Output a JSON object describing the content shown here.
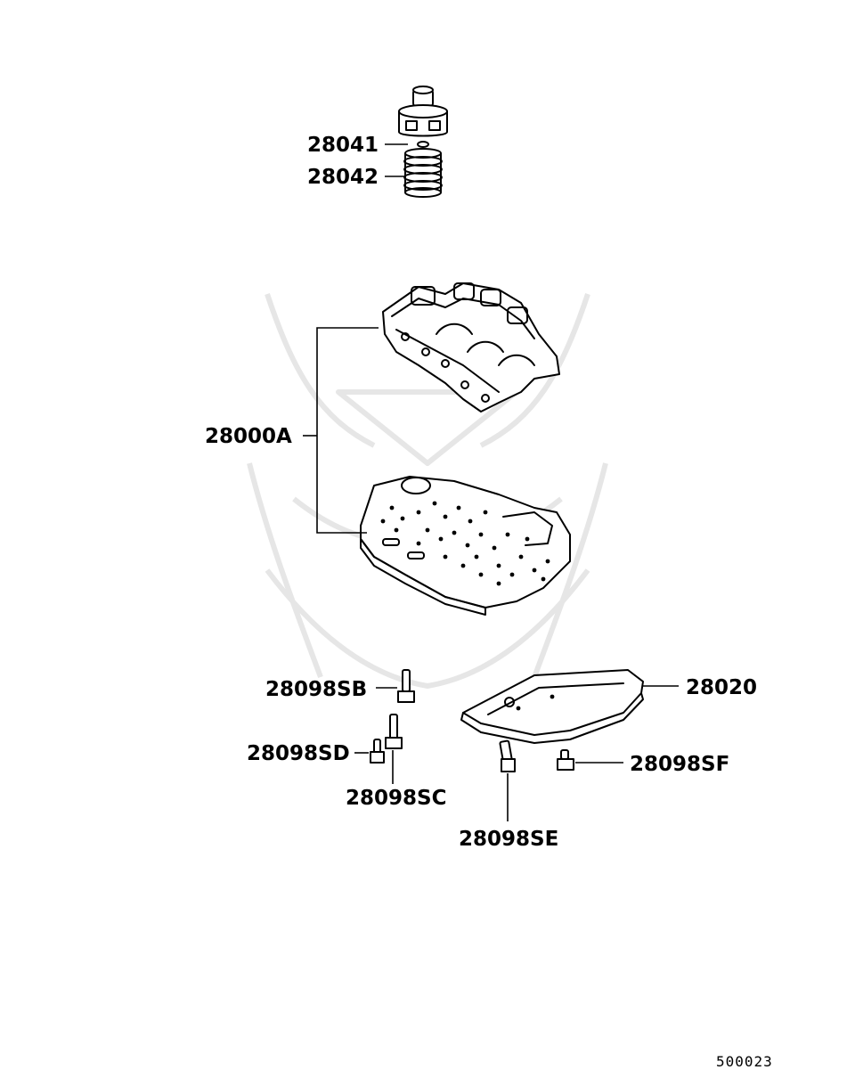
{
  "parts": {
    "p28041": "28041",
    "p28042": "28042",
    "p28000A": "28000A",
    "p28020": "28020",
    "p28098SB": "28098SB",
    "p28098SD": "28098SD",
    "p28098SC": "28098SC",
    "p28098SE": "28098SE",
    "p28098SF": "28098SF"
  },
  "footer": {
    "diagram_code": "500023"
  }
}
